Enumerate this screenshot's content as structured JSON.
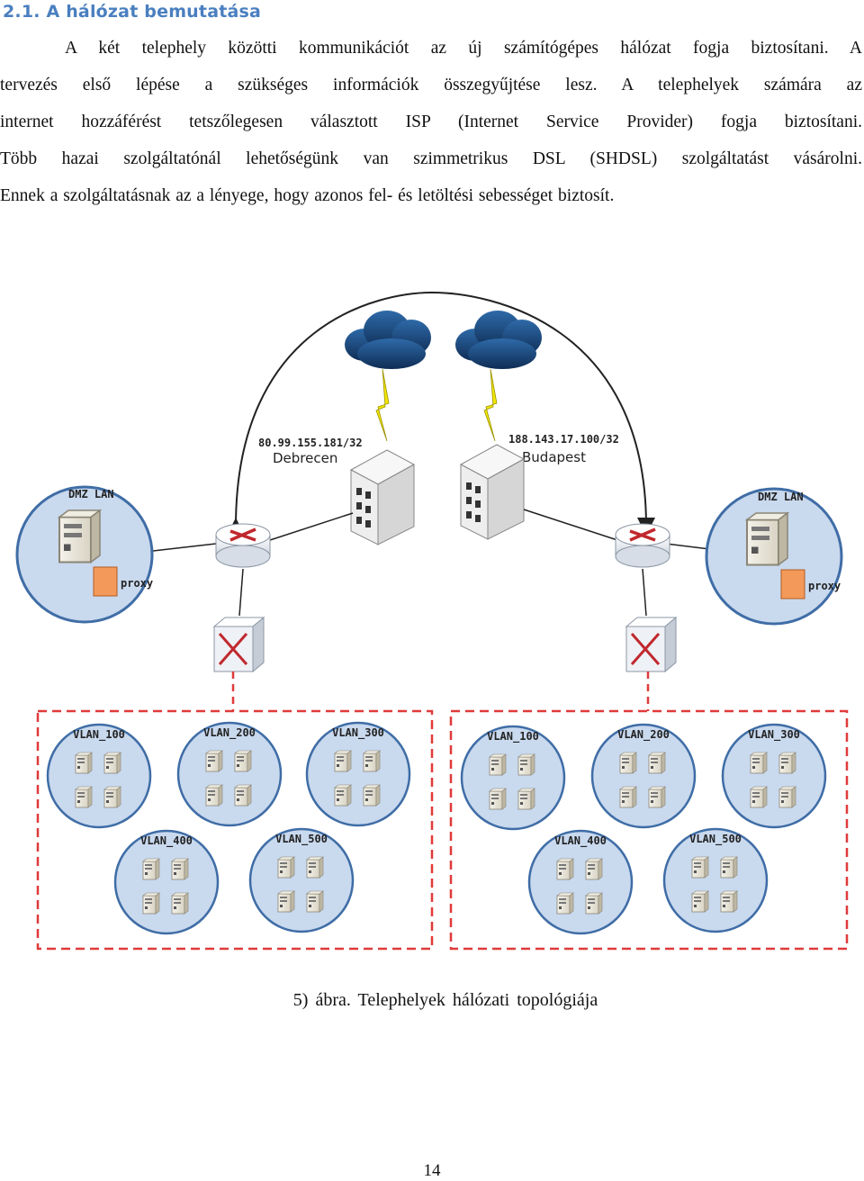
{
  "section": {
    "heading": "2.1. A hálózat bemutatása"
  },
  "paragraph": {
    "lines": [
      "A két telephely közötti kommunikációt az új számítógépes hálózat fogja biztosítani. A",
      "tervezés első lépése a szükséges információk összegyűjtése lesz. A telephelyek számára az",
      "internet hozzáférést tetszőlegesen választott ISP (Internet Service Provider) fogja biztosítani.",
      "Több hazai szolgáltatónál lehetőségünk van szimmetrikus DSL (SHDSL) szolgáltatást vásárolni.",
      "Ennek a szolgáltatásnak az a lényege, hogy azonos fel- és letöltési sebességet biztosít."
    ]
  },
  "diagram": {
    "sites": [
      {
        "name": "Debrecen",
        "ip": "80.99.155.181/32",
        "dmz_label": "DMZ LAN",
        "proxy_label": "proxy",
        "vlans": [
          "VLAN_100",
          "VLAN_200",
          "VLAN_300",
          "VLAN_400",
          "VLAN_500"
        ]
      },
      {
        "name": "Budapest",
        "ip": "188.143.17.100/32",
        "dmz_label": "DMZ LAN",
        "proxy_label": "proxy",
        "vlans": [
          "VLAN_100",
          "VLAN_200",
          "VLAN_300",
          "VLAN_400",
          "VLAN_500"
        ]
      }
    ],
    "colors": {
      "circle_fill": "#c9d9ee",
      "circle_stroke": "#3f6da6",
      "dashed_border": "#e03a3a",
      "cloud": "#1f4f86",
      "lightning": "#f2e600",
      "router_arrows": "#c0282d"
    },
    "icons": [
      "cloud-icon",
      "lightning-icon",
      "isp-building-icon",
      "router-icon",
      "switch-icon",
      "server-icon"
    ]
  },
  "caption": "5)  ábra. Telephelyek hálózati topológiája",
  "page_number": "14"
}
